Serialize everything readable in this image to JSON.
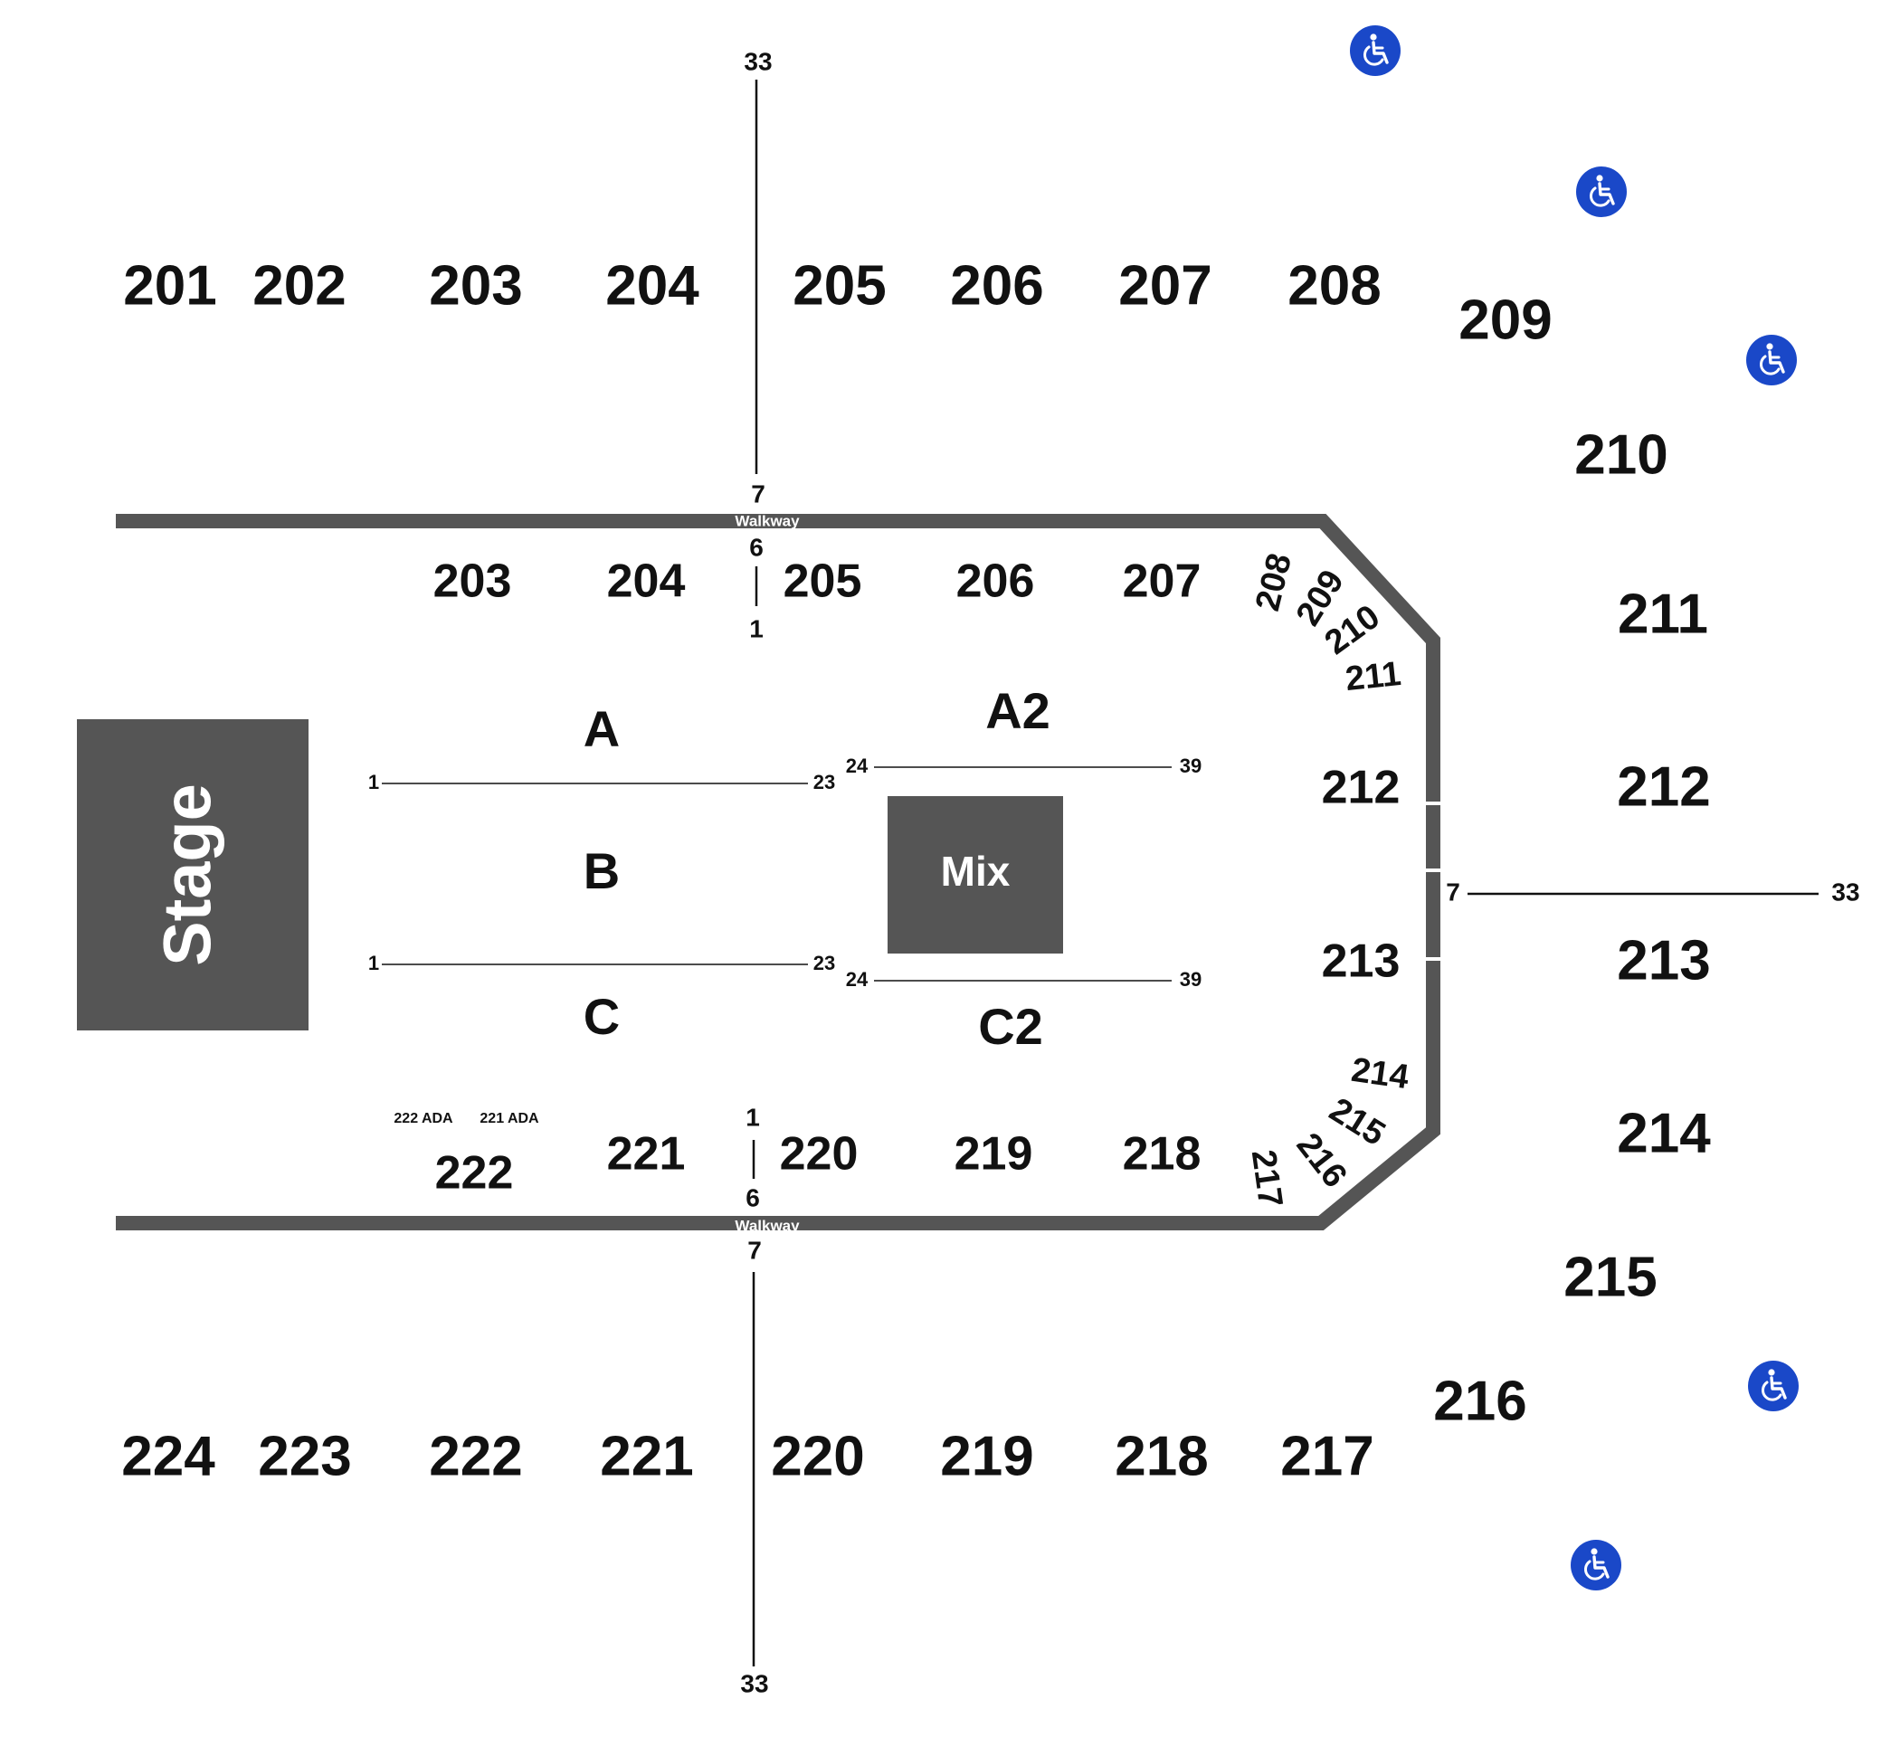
{
  "colors": {
    "wall": "#555555",
    "block": "#555555",
    "text": "#111111",
    "accessibility": "#1a48c8"
  },
  "upper_sections": {
    "top": [
      "201",
      "202",
      "203",
      "204",
      "205",
      "206",
      "207",
      "208",
      "209"
    ],
    "right": [
      "210",
      "211",
      "212",
      "213",
      "214",
      "215",
      "216"
    ],
    "bottom": [
      "224",
      "223",
      "222",
      "221",
      "220",
      "219",
      "218",
      "217"
    ]
  },
  "lower_sections": {
    "top": [
      "203",
      "204",
      "205",
      "206",
      "207"
    ],
    "top_corner": [
      "208",
      "209",
      "210",
      "211"
    ],
    "right": [
      "212",
      "213"
    ],
    "bottom_corner": [
      "214",
      "215",
      "216",
      "217"
    ],
    "bottom": [
      "222",
      "221",
      "220",
      "219",
      "218"
    ]
  },
  "ada_labels": [
    "222 ADA",
    "221 ADA"
  ],
  "walkway": {
    "top_label": "Walkway",
    "bottom_label": "Walkway"
  },
  "row_markers": {
    "upper_aisle_end": "33",
    "upper_aisle_start": "7",
    "lower_aisle_end": "6",
    "lower_aisle_start": "1"
  },
  "floor": {
    "stage_label": "Stage",
    "mix_label": "Mix",
    "sections": [
      "A",
      "B",
      "C",
      "A2",
      "C2"
    ],
    "row_ends": {
      "left_start": "1",
      "left_end": "23",
      "right_start": "24",
      "right_end": "39"
    }
  },
  "icons": [
    "wheelchair-accessible-icon"
  ]
}
